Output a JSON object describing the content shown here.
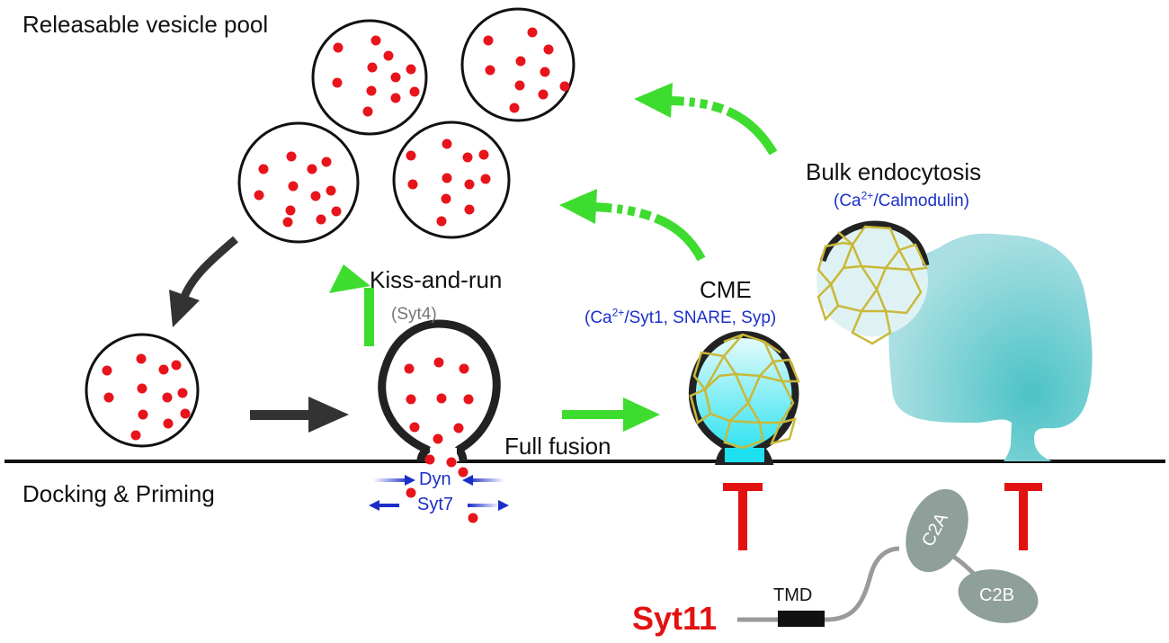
{
  "labels": {
    "pool": "Releasable vesicle pool",
    "docking": "Docking & Priming",
    "kiss": "Kiss-and-run",
    "kiss_sub": "(Syt4)",
    "full": "Full fusion",
    "cme": "CME",
    "cme_sub_ca": "(Ca",
    "cme_sub_sup": "2+",
    "cme_sub_rest": "/Syt1, SNARE, Syp)",
    "bulk": "Bulk endocytosis",
    "bulk_sub_ca": "(Ca",
    "bulk_sub_sup": "2+",
    "bulk_sub_rest": "/Calmodulin)",
    "dyn": "Dyn",
    "syt7": "Syt7",
    "syt11": "Syt11",
    "tmd": "TMD",
    "c2a": "C2A",
    "c2b": "C2B"
  },
  "colors": {
    "dot": "#e8141c",
    "green": "#3ddc2e",
    "dark_arrow": "#333333",
    "clathrin": "#c9b93a",
    "vesicle_fill": "#5ce4ee",
    "bulk_fill": "#55c4c8",
    "inhibit": "#e31212",
    "label_blue": "#1a2fc9"
  },
  "icons": [
    "inhibition-t-icon",
    "clathrin-cage-icon"
  ]
}
